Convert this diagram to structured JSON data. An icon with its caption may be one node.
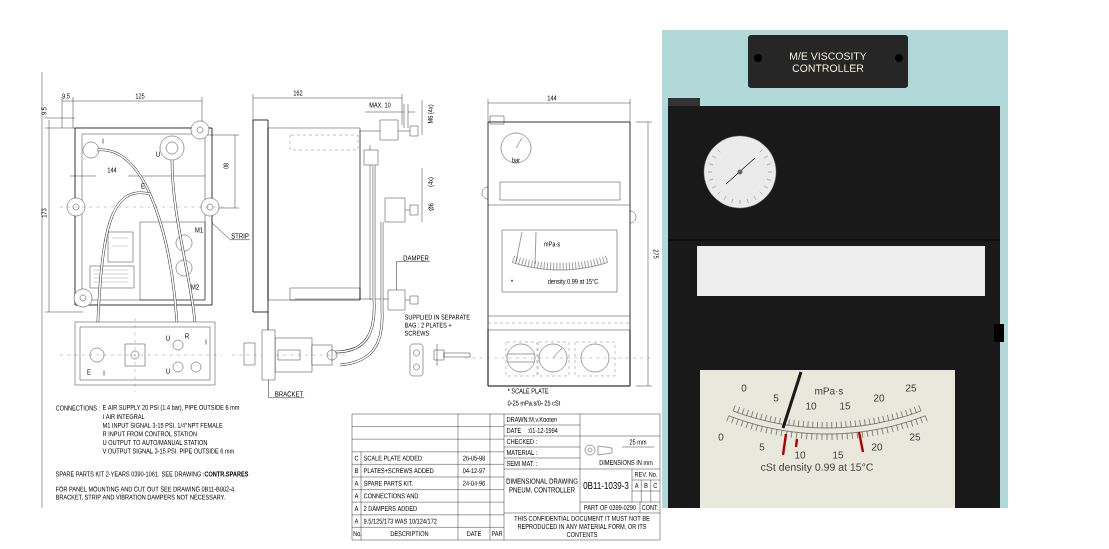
{
  "diagram": {
    "nodes": [
      {
        "text": [
          "STRIP"
        ]
      },
      {
        "text": [
          "BRACKET"
        ]
      },
      {
        "text": [
          "DAMPER"
        ]
      },
      {
        "text": [],
        "shape": "bar"
      },
      {
        "text": [],
        "shape": "box"
      }
    ],
    "edges": [
      {
        "from": 0,
        "to": null,
        "arrow": "none"
      },
      {
        "from": 1,
        "to": 3,
        "arrow": "none"
      },
      {
        "from": 2,
        "to": 4,
        "arrow": "none"
      }
    ],
    "labels": [
      "9.5",
      "125",
      "9.5",
      "173",
      "144",
      "80",
      "I",
      "U",
      "E",
      "M1",
      "M2",
      "U",
      "R",
      "I",
      "E",
      "I",
      "U",
      "162",
      "MAX. 10",
      "M6 (4x)",
      "(4x)",
      "Ø6",
      "144",
      "275",
      "bar",
      "mPa·s",
      "*",
      "density 0.99 at 15°C",
      "SUPPLIED IN SEPARATE BAG : 2 PLATES + SCREWS",
      "* SCALE PLATE",
      "0-25 mPa.s/0- 25 cSt",
      "CONNECTIONS :",
      "E AIR SUPPLY 20 PSI (1.4 bar), PIPE OUTSIDE 6 mm",
      "I AIR INTEGRAL",
      "M1 INPUT SIGNAL 3-15 PSI. 1/4\"NPT FEMALE",
      "R INPUT FROM CONTROL STATION",
      "U OUTPUT TO AUTO/MANUAL STATION",
      "V OUTPUT SIGNAL 3-15 PSI. PIPE OUTSIDE 6 mm",
      "SPARE PARTS KIT 2-YEARS 0390-1061. SEE DRAWING :**CONTR.SPARES**",
      "FOR PANEL MOUNTING AND CUT OUT SEE DRAWING 0B11-B002-4. BRACKET, STRIP AND VIBRATION DAMPERS NOT NECESSARY.",
      "C",
      "SCALE PLATE ADDED",
      "26-05-98",
      "B",
      "PLATES+SCREWS ADDED",
      "04-12-97",
      "A",
      "SPARE PARTS KIT.",
      "24-04-96",
      "A",
      "CONNECTIONS AND",
      "A",
      "2 DAMPERS ADDED",
      "A",
      "9.5/125/173 WAS 10/124/172",
      "No.",
      "DESCRIPTION",
      "DATE",
      "PAR",
      "DRAWN",
      ":M.v.Kooten",
      "DATE",
      ":01-12-1994",
      "CHECKED :",
      "MATERIAL :",
      "SEMI MAT. :",
      "DIMENSIONAL DRAWING PNEUM. CONTROLLER",
      "0B11-1039-3",
      "25 mm",
      "DIMENSIONS IN mm",
      "REV. No.",
      "A",
      "B",
      "C",
      "PART OF 0399-0290",
      "CONT.",
      "THIS CONFIDENTIAL DOCUMENT IT MUST NOT BE REPRODUCED IN ANY MATERIAL FORM, OR ITS CONTENTS",
      "M/E VISCOSITY CONTROLLER",
      "0",
      "mPa·s",
      "25",
      "5",
      "20",
      "10",
      "15",
      "0",
      "25",
      "5",
      "20",
      "10",
      "15",
      "cSt density 0.99 at 15°C"
    ]
  }
}
